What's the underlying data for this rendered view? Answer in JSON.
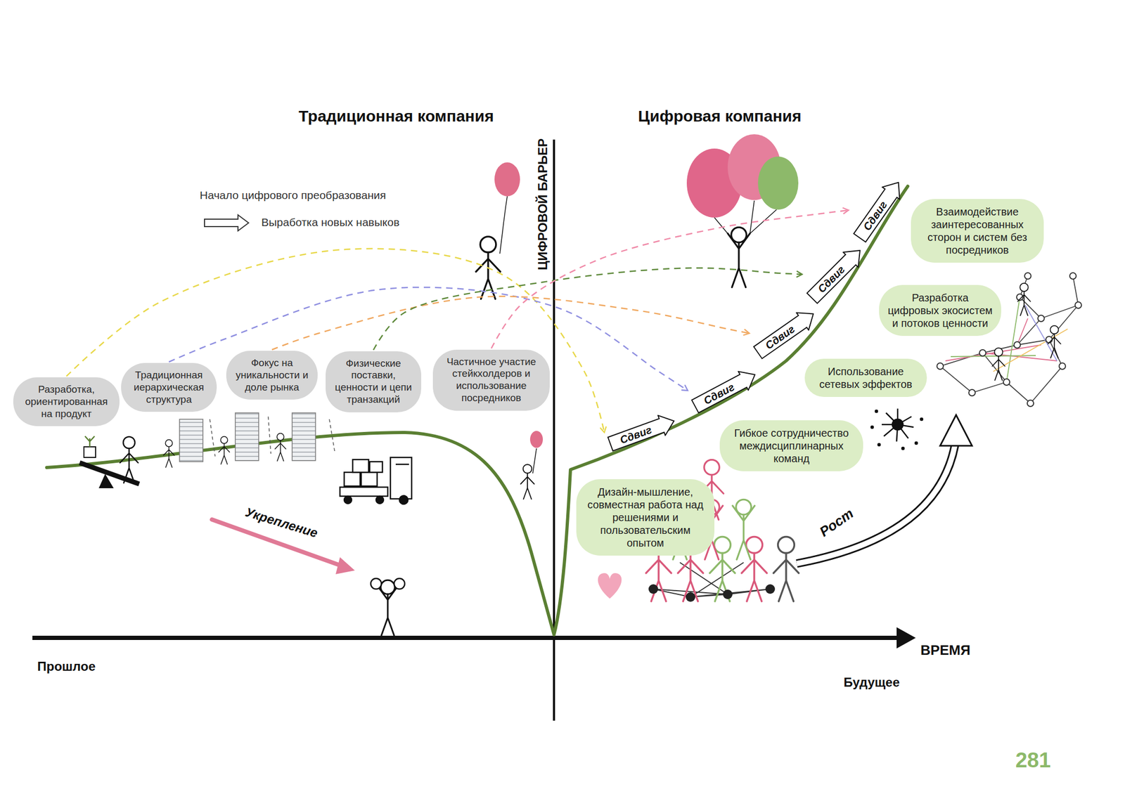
{
  "diagram": {
    "nodes": [
      {
        "text": [
          "Разработка, ориентированная на продукт"
        ]
      },
      {
        "text": [
          "Традиционная иерархическая структура"
        ]
      },
      {
        "text": [
          "Фокус на уникальности и доле рынка"
        ]
      },
      {
        "text": [
          "Физические поставки, ценности и цепи транзакций"
        ]
      },
      {
        "text": [
          "Частичное участие стейкхолдеров и использование посредников"
        ]
      },
      {
        "text": [
          "Сдвиг"
        ]
      },
      {
        "text": [
          "Сдвиг"
        ]
      },
      {
        "text": [
          "Сдвиг"
        ]
      },
      {
        "text": [
          "Сдвиг"
        ]
      },
      {
        "text": [
          "Сдвиг"
        ]
      },
      {
        "text": [
          "Дизайн-мышление, совместная работа над решениями и пользовательским опытом"
        ]
      },
      {
        "text": [
          "Гибкое сотрудничество междисциплинарных команд"
        ]
      },
      {
        "text": [
          "Использование сетевых эффектов"
        ]
      },
      {
        "text": [
          "Разработка цифровых экосистем и потоков ценности"
        ]
      },
      {
        "text": [
          "Взаимодействие заинтересованных сторон и систем без посредников"
        ]
      }
    ],
    "edges": [
      {
        "from": 0,
        "to": 5,
        "arrow": "to"
      },
      {
        "from": 1,
        "to": 6,
        "arrow": "to"
      },
      {
        "from": 2,
        "to": 7,
        "arrow": "to"
      },
      {
        "from": 3,
        "to": 8,
        "arrow": "to"
      },
      {
        "from": 4,
        "to": 9,
        "arrow": "to"
      }
    ],
    "labels": [
      "Традиционная компания",
      "Цифровая компания",
      "ЦИФРОВОЙ БАРЬЕР",
      "Укрепление",
      "Рост",
      "ВРЕМЯ",
      "Прошлое",
      "Будущее",
      "281"
    ],
    "legend": [
      {
        "text": "Начало цифрового преобразования"
      },
      {
        "text": "Выработка новых навыков"
      }
    ]
  }
}
